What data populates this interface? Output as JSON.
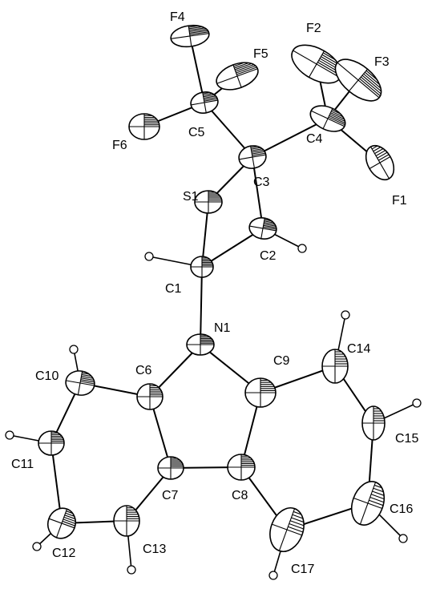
{
  "atoms": [
    {
      "id": "F4",
      "label": "F4",
      "element": "F"
    },
    {
      "id": "F2",
      "label": "F2",
      "element": "F"
    },
    {
      "id": "F5",
      "label": "F5",
      "element": "F"
    },
    {
      "id": "F3",
      "label": "F3",
      "element": "F"
    },
    {
      "id": "C5",
      "label": "C5",
      "element": "C"
    },
    {
      "id": "F6",
      "label": "F6",
      "element": "F"
    },
    {
      "id": "C4",
      "label": "C4",
      "element": "C"
    },
    {
      "id": "C3",
      "label": "C3",
      "element": "C"
    },
    {
      "id": "F1",
      "label": "F1",
      "element": "F"
    },
    {
      "id": "S1",
      "label": "S1",
      "element": "S"
    },
    {
      "id": "C2",
      "label": "C2",
      "element": "C"
    },
    {
      "id": "C1",
      "label": "C1",
      "element": "C"
    },
    {
      "id": "N1",
      "label": "N1",
      "element": "N"
    },
    {
      "id": "C14",
      "label": "C14",
      "element": "C"
    },
    {
      "id": "C10",
      "label": "C10",
      "element": "C"
    },
    {
      "id": "C6",
      "label": "C6",
      "element": "C"
    },
    {
      "id": "C9",
      "label": "C9",
      "element": "C"
    },
    {
      "id": "C15",
      "label": "C15",
      "element": "C"
    },
    {
      "id": "C11",
      "label": "C11",
      "element": "C"
    },
    {
      "id": "C7",
      "label": "C7",
      "element": "C"
    },
    {
      "id": "C8",
      "label": "C8",
      "element": "C"
    },
    {
      "id": "C16",
      "label": "C16",
      "element": "C"
    },
    {
      "id": "C12",
      "label": "C12",
      "element": "C"
    },
    {
      "id": "C13",
      "label": "C13",
      "element": "C"
    },
    {
      "id": "C17",
      "label": "C17",
      "element": "C"
    }
  ],
  "bonds": [
    [
      "C5",
      "F4"
    ],
    [
      "C5",
      "F5"
    ],
    [
      "C5",
      "F6"
    ],
    [
      "C5",
      "C3"
    ],
    [
      "C4",
      "F1"
    ],
    [
      "C4",
      "F2"
    ],
    [
      "C4",
      "F3"
    ],
    [
      "C4",
      "C3"
    ],
    [
      "C3",
      "S1"
    ],
    [
      "C3",
      "C2"
    ],
    [
      "S1",
      "C1"
    ],
    [
      "C1",
      "C2"
    ],
    [
      "C1",
      "N1"
    ],
    [
      "N1",
      "C6"
    ],
    [
      "N1",
      "C9"
    ],
    [
      "C6",
      "C7"
    ],
    [
      "C7",
      "C8"
    ],
    [
      "C8",
      "C9"
    ],
    [
      "C6",
      "C10"
    ],
    [
      "C10",
      "C11"
    ],
    [
      "C11",
      "C12"
    ],
    [
      "C12",
      "C13"
    ],
    [
      "C13",
      "C7"
    ],
    [
      "C9",
      "C14"
    ],
    [
      "C14",
      "C15"
    ],
    [
      "C15",
      "C16"
    ],
    [
      "C16",
      "C17"
    ],
    [
      "C17",
      "C8"
    ]
  ],
  "hydrogens": [
    {
      "parent": "C1"
    },
    {
      "parent": "C2"
    },
    {
      "parent": "C10"
    },
    {
      "parent": "C11"
    },
    {
      "parent": "C12"
    },
    {
      "parent": "C13"
    },
    {
      "parent": "C14"
    },
    {
      "parent": "C15"
    },
    {
      "parent": "C16"
    },
    {
      "parent": "C17"
    }
  ]
}
